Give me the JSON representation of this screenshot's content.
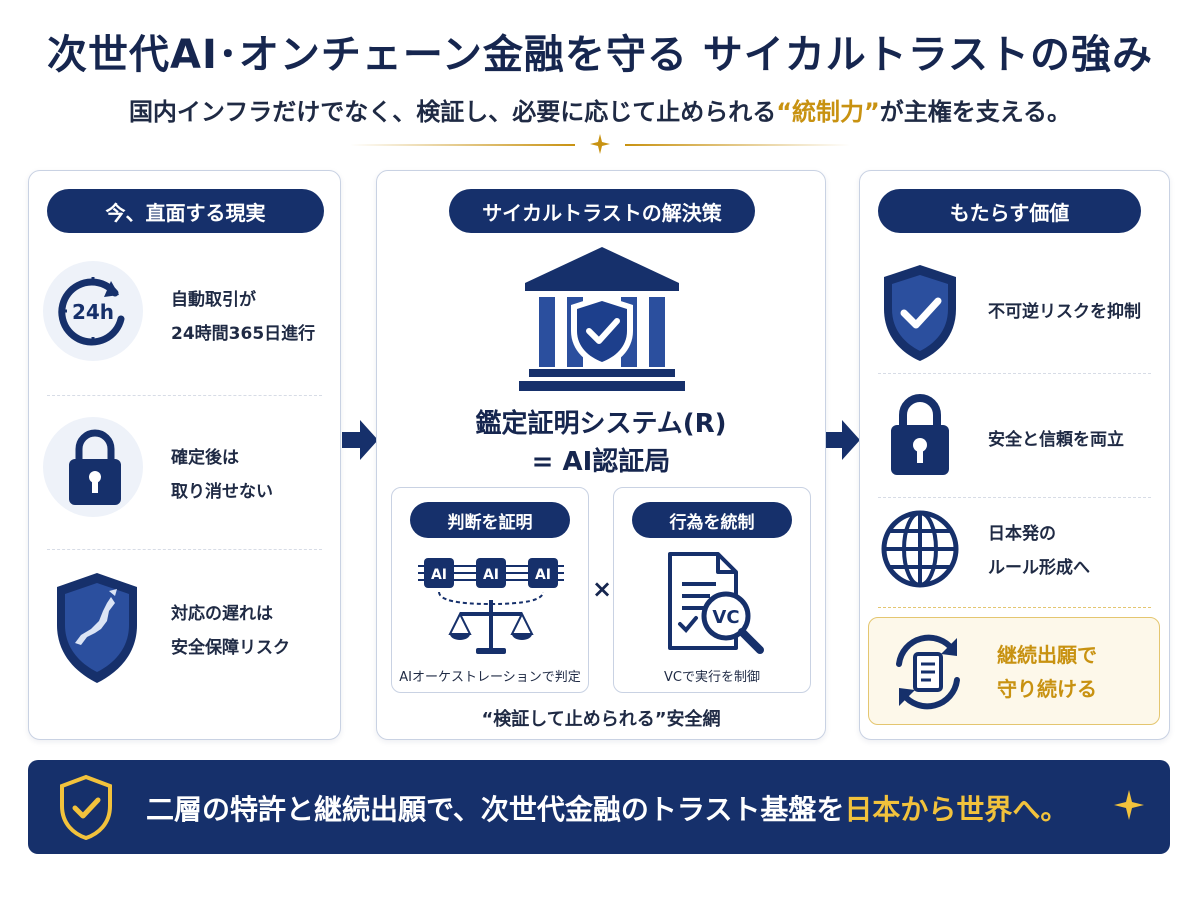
{
  "title": "次世代AI･オンチェーン金融を守る サイカルトラストの強み",
  "subtitle": {
    "before": "国内インフラだけでなく、検証し、必要に応じて止められる",
    "accent": "“統制力”",
    "after": "が主権を支える。"
  },
  "left_panel": {
    "header": "今、直面する現実",
    "items": [
      {
        "icon": "24h-clock-icon",
        "icon_text": "24h",
        "line1": "自動取引が",
        "line2": "24時間365日進行"
      },
      {
        "icon": "lock-icon",
        "line1": "確定後は",
        "line2": "取り消せない"
      },
      {
        "icon": "japan-shield-icon",
        "line1": "対応の遅れは",
        "line2": "安全保障リスク"
      }
    ]
  },
  "middle_panel": {
    "header": "サイカルトラストの解決策",
    "main_line1": "鑑定証明システム(R)",
    "main_line2": "= AI認証局",
    "left_box": {
      "label": "判断を証明",
      "chips": [
        "AI",
        "AI",
        "AI"
      ],
      "caption": "AIオーケストレーションで判定"
    },
    "times": "×",
    "right_box": {
      "label": "行為を統制",
      "badge": "VC",
      "caption": "VCで実行を制御"
    },
    "footer": "“検証して止められる”安全網"
  },
  "right_panel": {
    "header": "もたらす価値",
    "items": [
      {
        "icon": "shield-check-icon",
        "line1": "不可逆リスクを抑制",
        "line2": ""
      },
      {
        "icon": "lock-icon",
        "line1": "安全と信頼を両立",
        "line2": ""
      },
      {
        "icon": "globe-icon",
        "line1": "日本発の",
        "line2": "ルール形成へ"
      }
    ],
    "highlight": {
      "line1": "継続出願で",
      "line2": "守り続ける"
    }
  },
  "banner": {
    "text": "二層の特許と継続出願で、次世代金融のトラスト基盤を",
    "accent": "日本から世界へ。"
  },
  "colors": {
    "navy": "#16306b",
    "gold": "#c89211",
    "light_bg": "#eef2f9",
    "border": "#c9d2e3"
  }
}
